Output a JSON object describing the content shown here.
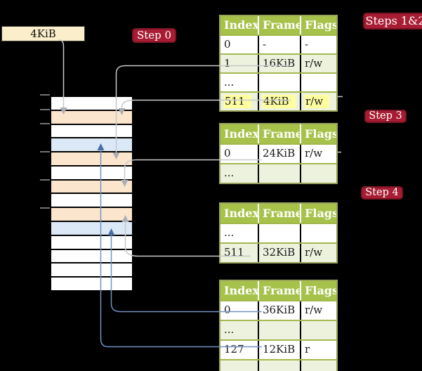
{
  "colors": {
    "background": "#000000",
    "badge_bg": "#a81d33",
    "badge_border": "#7d1426",
    "badge_text": "#ffffff",
    "box_bg": "#fbeecb",
    "table_header_bg": "#a6c24a",
    "table_header_text": "#ffffff",
    "table_row_shade": "#edf2de",
    "table_row_white": "#ffffff",
    "table_border_outer": "#9aa45c",
    "table_border_row": "#a2b84e",
    "table_border_col": "#000000",
    "highlight": "#ffffa0",
    "stack_white": "#ffffff",
    "stack_orange": "#fce5cd",
    "stack_blue": "#dbe8f6",
    "arrow_gray": "#c6c8cc",
    "arrow_gray_head": "#abaeb5",
    "arrow_blue": "#7491c0",
    "arrow_blue_head": "#4a6da3",
    "tick_gray": "#8e8e8e"
  },
  "virtual_box": {
    "label": "4KiB"
  },
  "badges": {
    "step0": "Step 0",
    "steps12": "Steps 1&2",
    "step3": "Step 3",
    "step4": "Step 4"
  },
  "memory_stack": {
    "rows": [
      {
        "fill": "white"
      },
      {
        "fill": "orange"
      },
      {
        "fill": "white"
      },
      {
        "fill": "blue"
      },
      {
        "fill": "orange"
      },
      {
        "fill": "white"
      },
      {
        "fill": "orange"
      },
      {
        "fill": "white"
      },
      {
        "fill": "orange"
      },
      {
        "fill": "blue"
      },
      {
        "fill": "white"
      },
      {
        "fill": "white"
      },
      {
        "fill": "white"
      },
      {
        "fill": "white"
      }
    ]
  },
  "tables": [
    {
      "name": "page-table-steps12",
      "headers": [
        "Index",
        "Frame",
        "Flags"
      ],
      "rows": [
        {
          "cells": [
            "0",
            "-",
            "-"
          ],
          "shaded": false,
          "highlighted": false
        },
        {
          "cells": [
            "1",
            "16KiB",
            "r/w"
          ],
          "shaded": true,
          "highlighted": false
        },
        {
          "cells": [
            "...",
            "",
            ""
          ],
          "shaded": false,
          "highlighted": false
        },
        {
          "cells": [
            "511",
            "4KiB",
            "r/w"
          ],
          "shaded": true,
          "highlighted": true
        }
      ]
    },
    {
      "name": "page-table-step3",
      "headers": [
        "Index",
        "Frame",
        "Flags"
      ],
      "rows": [
        {
          "cells": [
            "0",
            "24KiB",
            "r/w"
          ],
          "shaded": false,
          "highlighted": false
        },
        {
          "cells": [
            "...",
            "",
            ""
          ],
          "shaded": true,
          "highlighted": false
        }
      ]
    },
    {
      "name": "page-table-step4",
      "headers": [
        "Index",
        "Frame",
        "Flags"
      ],
      "rows": [
        {
          "cells": [
            "...",
            "",
            ""
          ],
          "shaded": false,
          "highlighted": false
        },
        {
          "cells": [
            "511",
            "32KiB",
            "r/w"
          ],
          "shaded": true,
          "highlighted": false
        }
      ]
    },
    {
      "name": "page-table-final",
      "headers": [
        "Index",
        "Frame",
        "Flags"
      ],
      "rows": [
        {
          "cells": [
            "0",
            "36KiB",
            "r/w"
          ],
          "shaded": false,
          "highlighted": false
        },
        {
          "cells": [
            "...",
            "",
            ""
          ],
          "shaded": true,
          "highlighted": false
        },
        {
          "cells": [
            "127",
            "12KiB",
            "r"
          ],
          "shaded": false,
          "highlighted": false
        },
        {
          "cells": [
            "...",
            "",
            ""
          ],
          "shaded": true,
          "highlighted": false
        }
      ]
    }
  ],
  "arrows": [
    {
      "from": "4KiB-box",
      "to": "stack-row-1",
      "color": "gray"
    },
    {
      "from": "table1-entry-1-16KiB",
      "to": "stack-row-4",
      "color": "gray"
    },
    {
      "from": "table1-entry-511-4KiB",
      "to": "stack-row-1",
      "color": "gray"
    },
    {
      "from": "table2-entry-0-24KiB",
      "to": "stack-row-6",
      "color": "gray"
    },
    {
      "from": "table3-entry-511-32KiB",
      "to": "stack-row-8",
      "color": "gray"
    },
    {
      "from": "table4-entry-0-36KiB",
      "to": "stack-row-9",
      "color": "blue"
    },
    {
      "from": "table4-entry-127-12KiB",
      "to": "stack-row-3",
      "color": "blue"
    }
  ]
}
